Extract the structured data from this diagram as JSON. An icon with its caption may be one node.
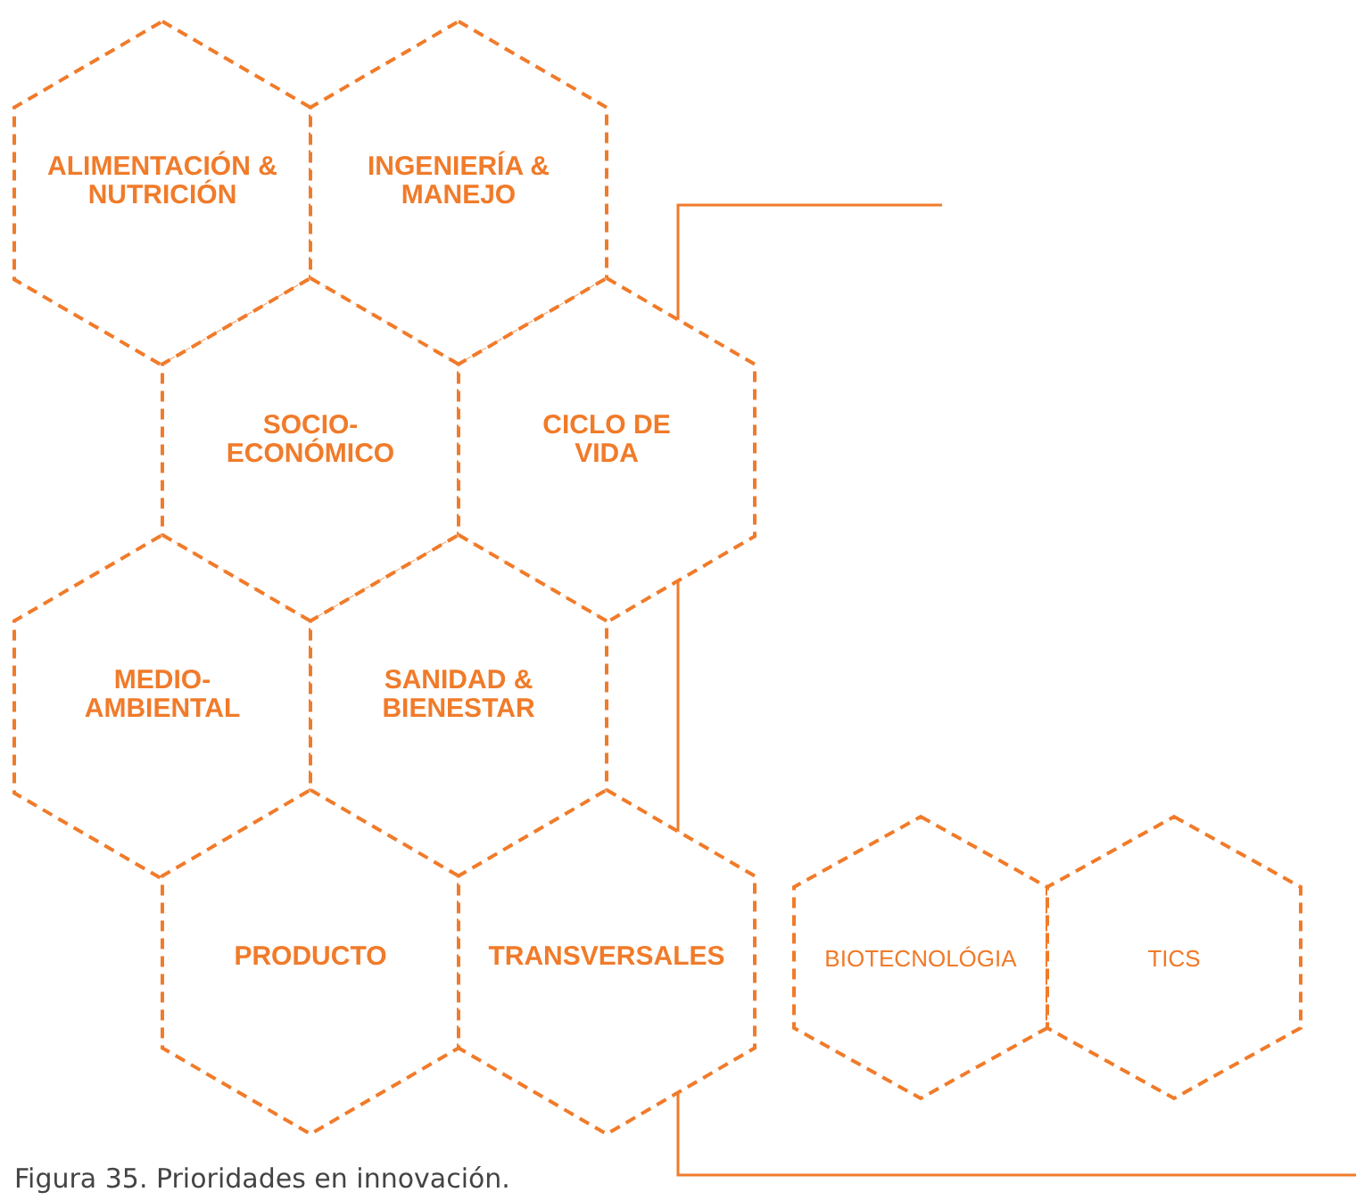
{
  "diagram": {
    "caption": "Figura 35. Prioridades en innovación.",
    "nodes": [
      {
        "text": [
          "ALIMENTACIÓN & NUTRICIÓN"
        ]
      },
      {
        "text": [
          "INGENIERÍA & MANEJO"
        ]
      },
      {
        "text": [
          "SOCIO- ECONÓMICO"
        ]
      },
      {
        "text": [
          "CICLO DE VIDA"
        ]
      },
      {
        "text": [
          "MEDIO- AMBIENTAL"
        ]
      },
      {
        "text": [
          "SANIDAD & BIENESTAR"
        ]
      },
      {
        "text": [
          "PRODUCTO"
        ]
      },
      {
        "text": [
          "TRANSVERSALES"
        ]
      },
      {
        "text": [
          "BIOTECNOLÓGIA"
        ]
      },
      {
        "text": [
          "TICS"
        ]
      }
    ]
  }
}
